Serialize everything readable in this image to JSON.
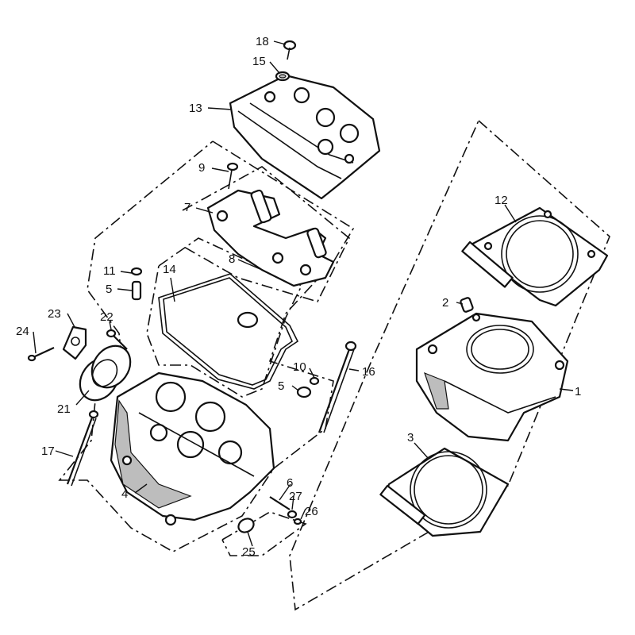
{
  "diagram": {
    "labels": [
      {
        "id": "1",
        "text": "1"
      },
      {
        "id": "2",
        "text": "2"
      },
      {
        "id": "3",
        "text": "3"
      },
      {
        "id": "4",
        "text": "4"
      },
      {
        "id": "5a",
        "text": "5"
      },
      {
        "id": "5b",
        "text": "5"
      },
      {
        "id": "6",
        "text": "6"
      },
      {
        "id": "7",
        "text": "7"
      },
      {
        "id": "8",
        "text": "8"
      },
      {
        "id": "9",
        "text": "9"
      },
      {
        "id": "10",
        "text": "10"
      },
      {
        "id": "11",
        "text": "11"
      },
      {
        "id": "12",
        "text": "12"
      },
      {
        "id": "13",
        "text": "13"
      },
      {
        "id": "14",
        "text": "14"
      },
      {
        "id": "15",
        "text": "15"
      },
      {
        "id": "16",
        "text": "16"
      },
      {
        "id": "17",
        "text": "17"
      },
      {
        "id": "18",
        "text": "18"
      },
      {
        "id": "21",
        "text": "21"
      },
      {
        "id": "22",
        "text": "22"
      },
      {
        "id": "23",
        "text": "23"
      },
      {
        "id": "24",
        "text": "24"
      },
      {
        "id": "25",
        "text": "25"
      },
      {
        "id": "26",
        "text": "26"
      },
      {
        "id": "27",
        "text": "27"
      }
    ]
  },
  "colors": {
    "line": "#111111",
    "background": "#ffffff"
  }
}
